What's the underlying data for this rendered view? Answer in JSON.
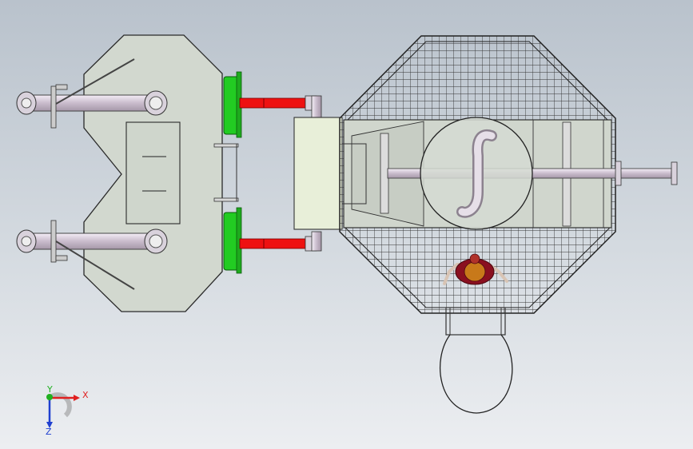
{
  "triad": {
    "x_label": "X",
    "y_label": "Y",
    "z_label": "Z"
  },
  "colors": {
    "background_top": "#b9c2cc",
    "background_bottom": "#eceef1",
    "body_fill": "#d2d8cf",
    "outline": "#2a2a2a",
    "pipe": "#d9d2dc",
    "flange_green": "#22cc22",
    "pipe_red": "#ee1111",
    "mesh": "#333333",
    "figure": "#8a1020",
    "axis_x": "#e02020",
    "axis_y": "#20b020",
    "axis_z": "#2040d0"
  }
}
